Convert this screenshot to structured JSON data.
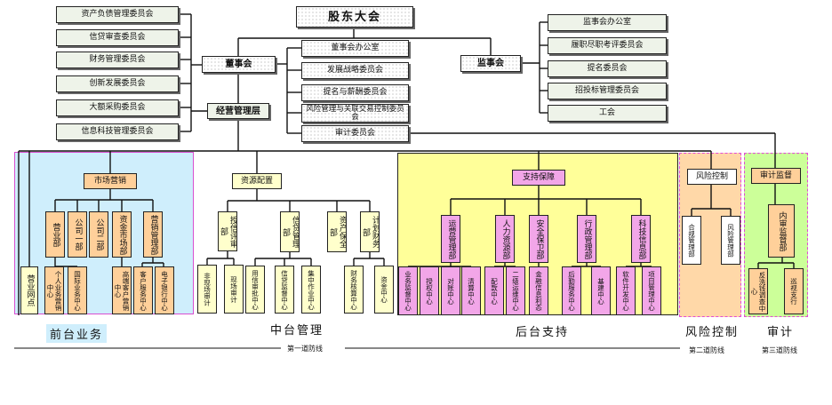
{
  "top": {
    "shareholders": "股东大会",
    "board": "董事会",
    "supervisors": "监事会",
    "management": "经营管理层"
  },
  "left_committees": [
    "资产负债管理委员会",
    "信贷审查委员会",
    "财务管理委员会",
    "创新发展委员会",
    "大额采购委员会",
    "信息科技管理委员会"
  ],
  "board_committees": [
    "董事会办公室",
    "发展战略委员会",
    "提名与薪酬委员会",
    "风险管理与关联交易控制委员会",
    "审计委员会"
  ],
  "supervisor_committees": [
    "监事会办公室",
    "履职尽职考评委员会",
    "提名委员会",
    "招投标管理委员会",
    "工会"
  ],
  "front": {
    "head": "市场营销",
    "edge_left": "营业网点",
    "mid_units": [
      "营业部",
      "公司一部",
      "公司二部",
      "资金市场部",
      "营销管理部"
    ],
    "sub_units": [
      "个人业务营销中心",
      "国际业务中心",
      "高端客户营销中心",
      "客户服务中心",
      "电子银行中心"
    ],
    "region_label": "前台业务"
  },
  "middle": {
    "head": "资源配置",
    "mid_units": [
      "授信评审部",
      "信贷管理部",
      "资产保全部",
      "计划财务部"
    ],
    "sub_units": [
      "非现场审计",
      "现场审计",
      "用信审批中心",
      "信贷监督中心",
      "集中作业中心",
      "财务核算中心",
      "资金中心"
    ],
    "region_label": "中台管理"
  },
  "back": {
    "head": "支持保障",
    "mid_units": [
      "运营管理部",
      "人力资源部",
      "安全保卫部",
      "行政管理部",
      "科技信息部"
    ],
    "sub_units": [
      "业务监督中心",
      "授权中心",
      "对账中心",
      "清算中心",
      "配款中心",
      "二级运维中心",
      "金融信息利态",
      "后勤服务中心",
      "基建中心",
      "软件开发中心",
      "项目管理中心"
    ],
    "region_label": "后台支持"
  },
  "risk": {
    "head": "风险控制",
    "units": [
      "合规管理部",
      "风险管理部"
    ],
    "region_label": "风险控制"
  },
  "audit": {
    "head": "审计监督",
    "unit": "内审监督部",
    "subs": [
      "反洗钱调查中心",
      "巡视支行"
    ],
    "region_label": "审计"
  },
  "defense": {
    "first": "第一道防线",
    "second": "第二道防线",
    "third": "第三道防线"
  },
  "colors": {
    "front_bg": "#cfeefc",
    "front_border": "#d94fd0",
    "back_bg": "#ffff99",
    "risk_bg": "#ffd8a8",
    "risk_border": "#e24bd8",
    "audit_bg": "#ccff99",
    "audit_border": "#e24bd8",
    "purple_box": "#f2a6e8",
    "yellow_box": "#ffffcc"
  }
}
